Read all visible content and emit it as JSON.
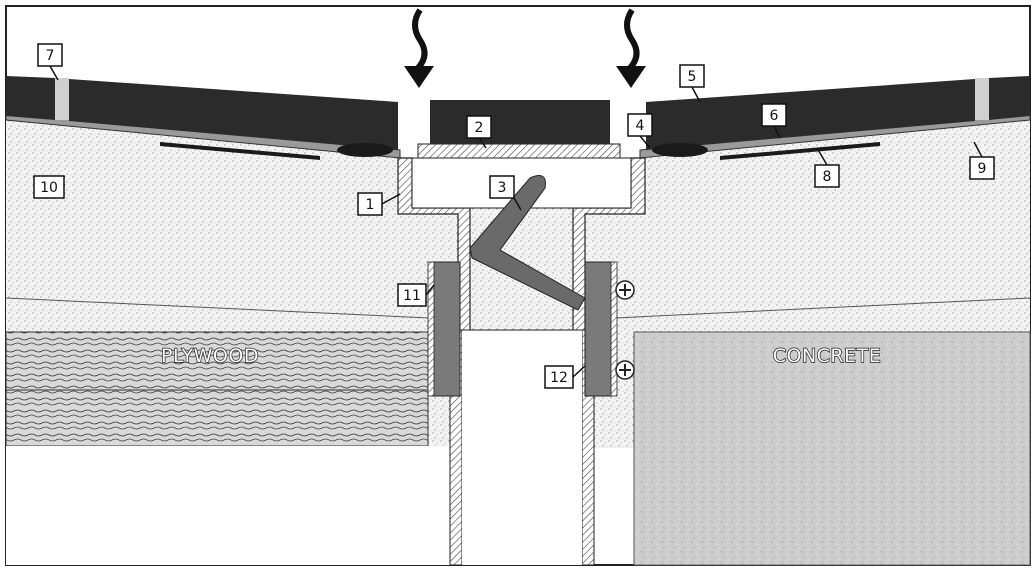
{
  "callouts": {
    "c1": "1",
    "c2": "2",
    "c3": "3",
    "c4": "4",
    "c5": "5",
    "c6": "6",
    "c7": "7",
    "c8": "8",
    "c9": "9",
    "c10": "10",
    "c11": "11",
    "c12": "12"
  },
  "materials": {
    "plywood": "PLYWOOD",
    "concrete": "CONCRETE"
  },
  "colors": {
    "membrane": "#2b2b2b",
    "insulation_dots": "#8a8a8a",
    "concrete": "#cfcfcf",
    "pipe_hatch": "#555555",
    "valve": "#666666"
  }
}
